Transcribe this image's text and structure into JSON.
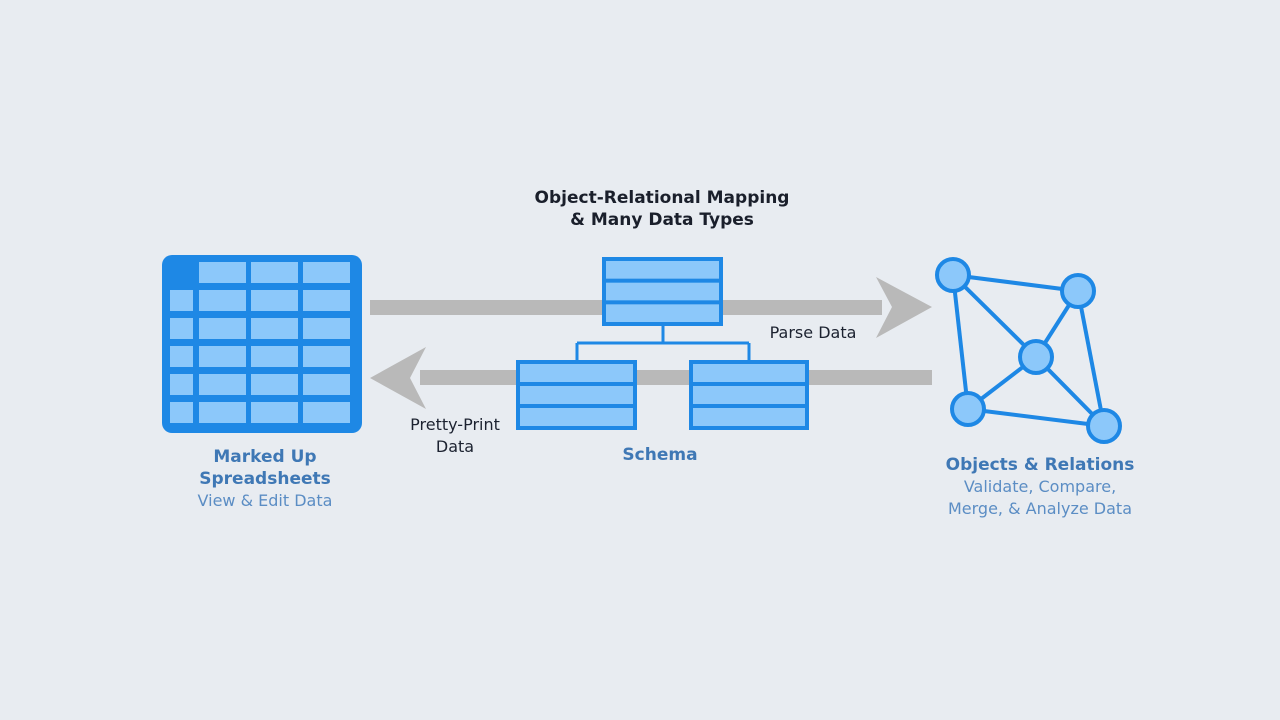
{
  "diagram": {
    "title_line1": "Object-Relational Mapping",
    "title_line2": "& Many Data Types",
    "parse_label": "Parse Data",
    "pretty_print_line1": "Pretty-Print",
    "pretty_print_line2": "Data",
    "schema_label": "Schema",
    "spreadsheets": {
      "title_line1": "Marked Up",
      "title_line2": "Spreadsheets",
      "subtitle": "View & Edit Data"
    },
    "objects": {
      "title": "Objects & Relations",
      "subtitle_line1": "Validate, Compare,",
      "subtitle_line2": "Merge, & Analyze Data"
    },
    "icons": [
      "spreadsheet-icon",
      "schema-tree-icon",
      "graph-network-icon"
    ]
  },
  "colors": {
    "background": "#e8ecf1",
    "primary_blue": "#1e88e5",
    "light_blue": "#8cc8fa",
    "arrow_gray": "#b9b9b9",
    "label_blue": "#3f78b5"
  }
}
